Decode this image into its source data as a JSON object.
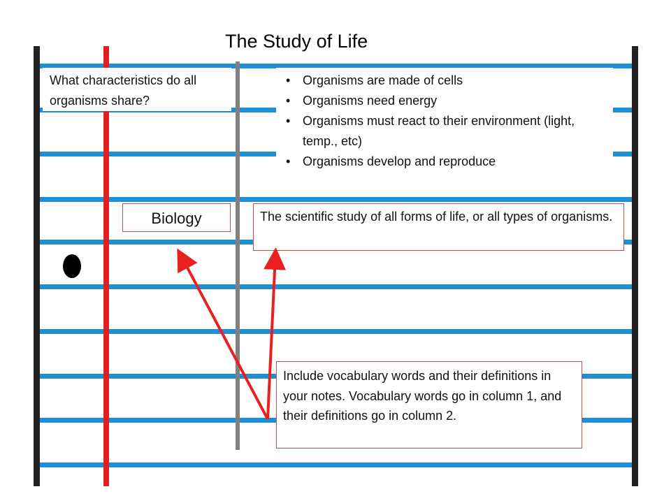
{
  "title": "The Study of Life",
  "question": "What characteristics do all organisms share?",
  "characteristics": [
    "Organisms are made of cells",
    "Organisms need energy",
    "Organisms must react to their environment (light, temp., etc)",
    "Organisms develop and reproduce"
  ],
  "vocab_word": "Biology",
  "definition": "The scientific study of all forms of life, or all types of organisms.",
  "note": "Include vocabulary words and their definitions in your notes.  Vocabulary words go in column 1, and their definitions go in column 2.",
  "colors": {
    "rule_line": "#1e8fd6",
    "margin_line": "#e02020",
    "column_divider": "#808080",
    "border_line": "#222222",
    "box_border": "#c0504d",
    "arrow": "#e8211f"
  }
}
